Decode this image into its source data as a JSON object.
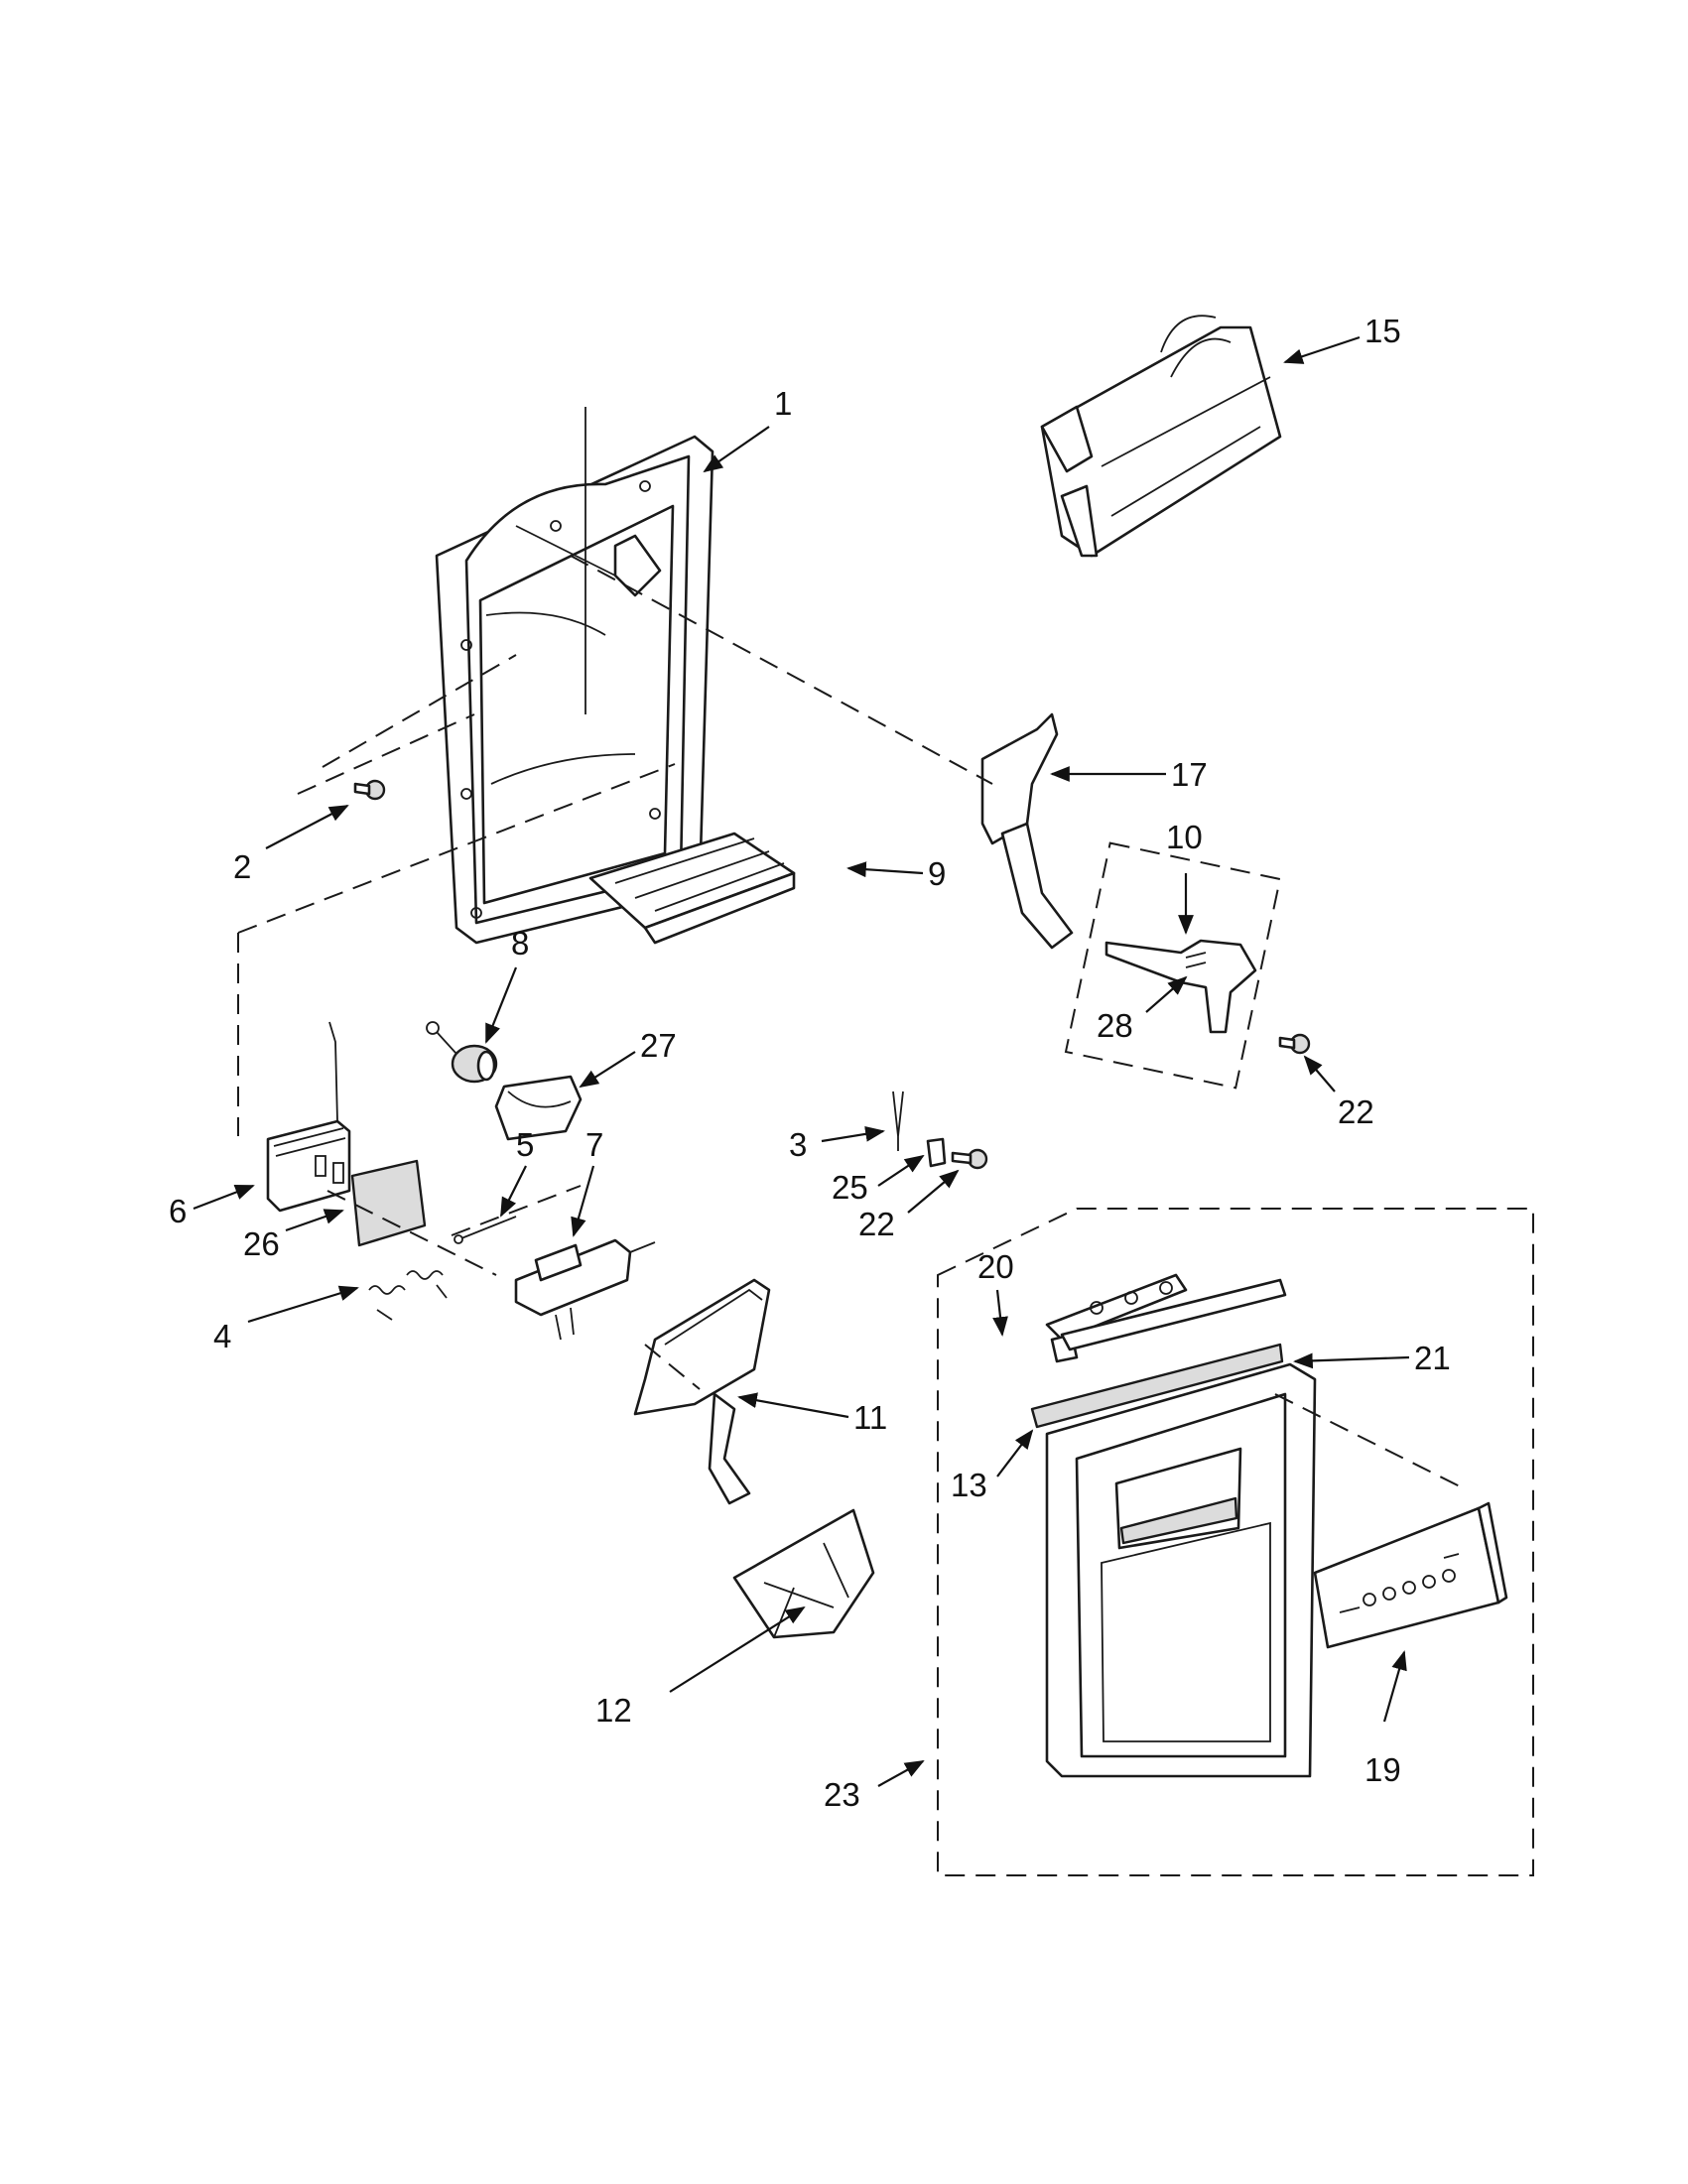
{
  "callouts": [
    {
      "id": "c1",
      "text": "1"
    },
    {
      "id": "c2",
      "text": "2"
    },
    {
      "id": "c3",
      "text": "3"
    },
    {
      "id": "c4",
      "text": "4"
    },
    {
      "id": "c5",
      "text": "5"
    },
    {
      "id": "c6",
      "text": "6"
    },
    {
      "id": "c7",
      "text": "7"
    },
    {
      "id": "c8",
      "text": "8"
    },
    {
      "id": "c9",
      "text": "9"
    },
    {
      "id": "c10",
      "text": "10"
    },
    {
      "id": "c11",
      "text": "11"
    },
    {
      "id": "c12",
      "text": "12"
    },
    {
      "id": "c13",
      "text": "13"
    },
    {
      "id": "c15",
      "text": "15"
    },
    {
      "id": "c17",
      "text": "17"
    },
    {
      "id": "c19",
      "text": "19"
    },
    {
      "id": "c20",
      "text": "20"
    },
    {
      "id": "c21",
      "text": "21"
    },
    {
      "id": "c22a",
      "text": "22"
    },
    {
      "id": "c22b",
      "text": "22"
    },
    {
      "id": "c23",
      "text": "23"
    },
    {
      "id": "c25",
      "text": "25"
    },
    {
      "id": "c26",
      "text": "26"
    },
    {
      "id": "c27",
      "text": "27"
    },
    {
      "id": "c28",
      "text": "28"
    }
  ],
  "colors": {
    "ink": "#1a1a1a",
    "background": "#ffffff",
    "shade": "#dcdcdc"
  }
}
